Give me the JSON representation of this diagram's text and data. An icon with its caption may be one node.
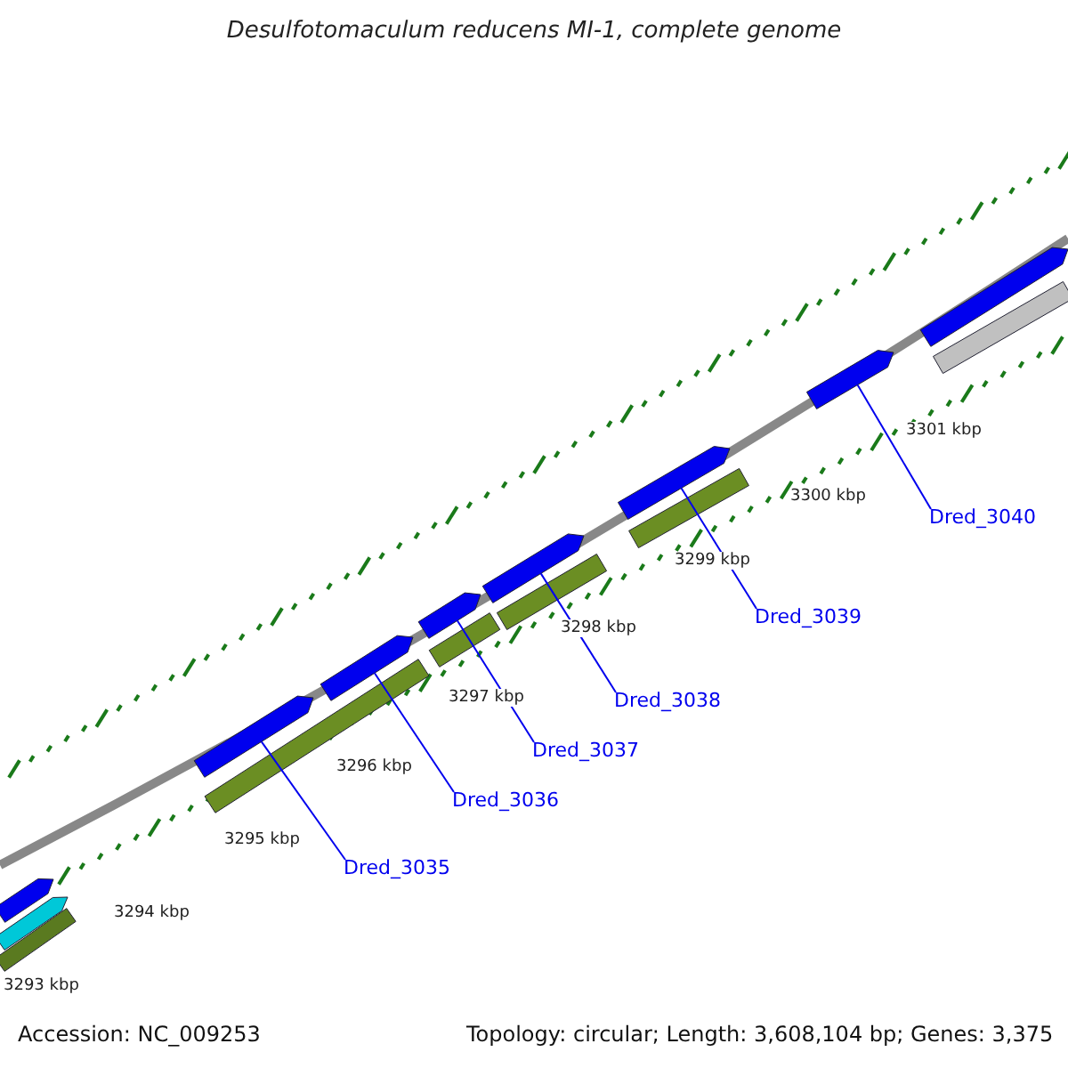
{
  "diagram": {
    "title": "Desulfotomaculum reducens MI-1, complete genome",
    "nodes": [
      {
        "text": [
          "Dred_3035"
        ]
      },
      {
        "text": [
          "Dred_3036"
        ]
      },
      {
        "text": [
          "Dred_3037"
        ]
      },
      {
        "text": [
          "Dred_3038"
        ]
      },
      {
        "text": [
          "Dred_3039"
        ]
      },
      {
        "text": [
          "Dred_3040"
        ]
      },
      {
        "text": [],
        "shape": "arrow"
      },
      {
        "text": [],
        "shape": "arrow"
      },
      {
        "text": [],
        "shape": "bar"
      },
      {
        "text": [],
        "shape": "arrow"
      },
      {
        "text": [],
        "shape": "bar"
      },
      {
        "text": [],
        "shape": "arrow"
      },
      {
        "text": [],
        "shape": "arrow"
      },
      {
        "text": [],
        "shape": "bar"
      },
      {
        "text": [],
        "shape": "arrow"
      },
      {
        "text": [],
        "shape": "bar"
      },
      {
        "text": [],
        "shape": "arrow"
      },
      {
        "text": [],
        "shape": "bar"
      },
      {
        "text": [],
        "shape": "arrow"
      },
      {
        "text": [],
        "shape": "arrow"
      },
      {
        "text": [],
        "shape": "bar"
      }
    ],
    "edges": [
      {
        "from": 0,
        "to": 9,
        "arrow": "none"
      },
      {
        "from": 1,
        "to": 11,
        "arrow": "none"
      },
      {
        "from": 2,
        "to": 12,
        "arrow": "none"
      },
      {
        "from": 3,
        "to": 14,
        "arrow": "none"
      },
      {
        "from": 4,
        "to": 16,
        "arrow": "none"
      },
      {
        "from": 5,
        "to": 18,
        "arrow": "none"
      }
    ],
    "labels": [
      "3293 kbp",
      "3294 kbp",
      "3295 kbp",
      "3296 kbp",
      "3297 kbp",
      "3298 kbp",
      "3299 kbp",
      "3300 kbp",
      "3301 kbp",
      "Accession: NC_009253",
      "Topology: circular; Length: 3,608,104 bp; Genes: 3,375"
    ]
  }
}
